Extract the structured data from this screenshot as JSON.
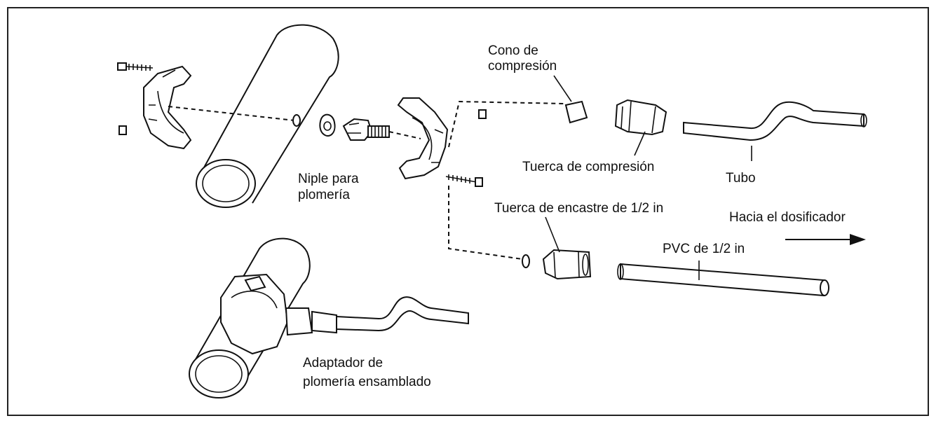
{
  "labels": {
    "cono_line1": "Cono de",
    "cono_line2": "compresión",
    "tuerca_compresion": "Tuerca de compresión",
    "tubo": "Tubo",
    "niple_line1": "Niple para",
    "niple_line2": "plomería",
    "tuerca_encastre": "Tuerca de encastre de 1/2 in",
    "hacia": "Hacia el dosificador",
    "pvc": "PVC de 1/2 in",
    "adaptador_line1": "Adaptador de",
    "adaptador_line2": "plomería ensamblado"
  },
  "colors": {
    "line": "#111111",
    "background": "#ffffff"
  }
}
